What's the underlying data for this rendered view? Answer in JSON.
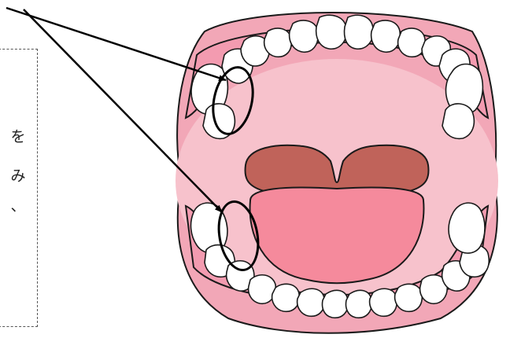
{
  "note": {
    "chars": [
      "を",
      "み",
      "、"
    ]
  },
  "colors": {
    "lip": "#f2a7b7",
    "lip_dark": "#e27d96",
    "mouth_interior": "#f7c2cc",
    "gum": "#f39bb0",
    "tongue_back": "#c0635a",
    "tongue_front": "#f58a9c",
    "tooth": "#ffffff",
    "outline": "#1a1a1a",
    "annotation": "#000000"
  },
  "icons": [
    "upper-teeth-arch",
    "lower-teeth-arch",
    "tongue",
    "circle-marker",
    "arrow"
  ]
}
